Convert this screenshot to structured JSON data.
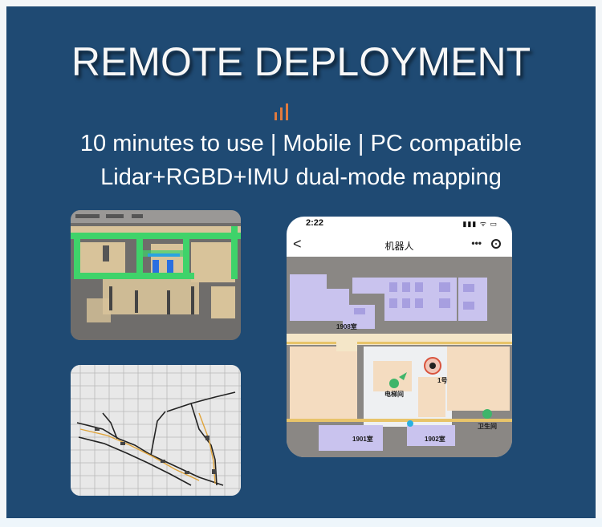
{
  "title": "REMOTE DEPLOYMENT",
  "subtitle_line1": "10 minutes to use | Mobile | PC compatible",
  "subtitle_line2": "Lidar+RGBD+IMU dual-mode mapping",
  "colors": {
    "panel": "#1f4a73",
    "accent": "#e07a3f",
    "map_green": "#3fd36a"
  },
  "phone": {
    "time": "2:22",
    "status": "▮▮▮ ᯤ ▭",
    "back": "<",
    "title": "机器人",
    "menu": "•••",
    "labels": {
      "room_1908": "1908室",
      "robot_num": "1号",
      "elevator": "电梯间",
      "restroom": "卫生间",
      "room_1901": "1901室",
      "room_1902": "1902室"
    }
  }
}
